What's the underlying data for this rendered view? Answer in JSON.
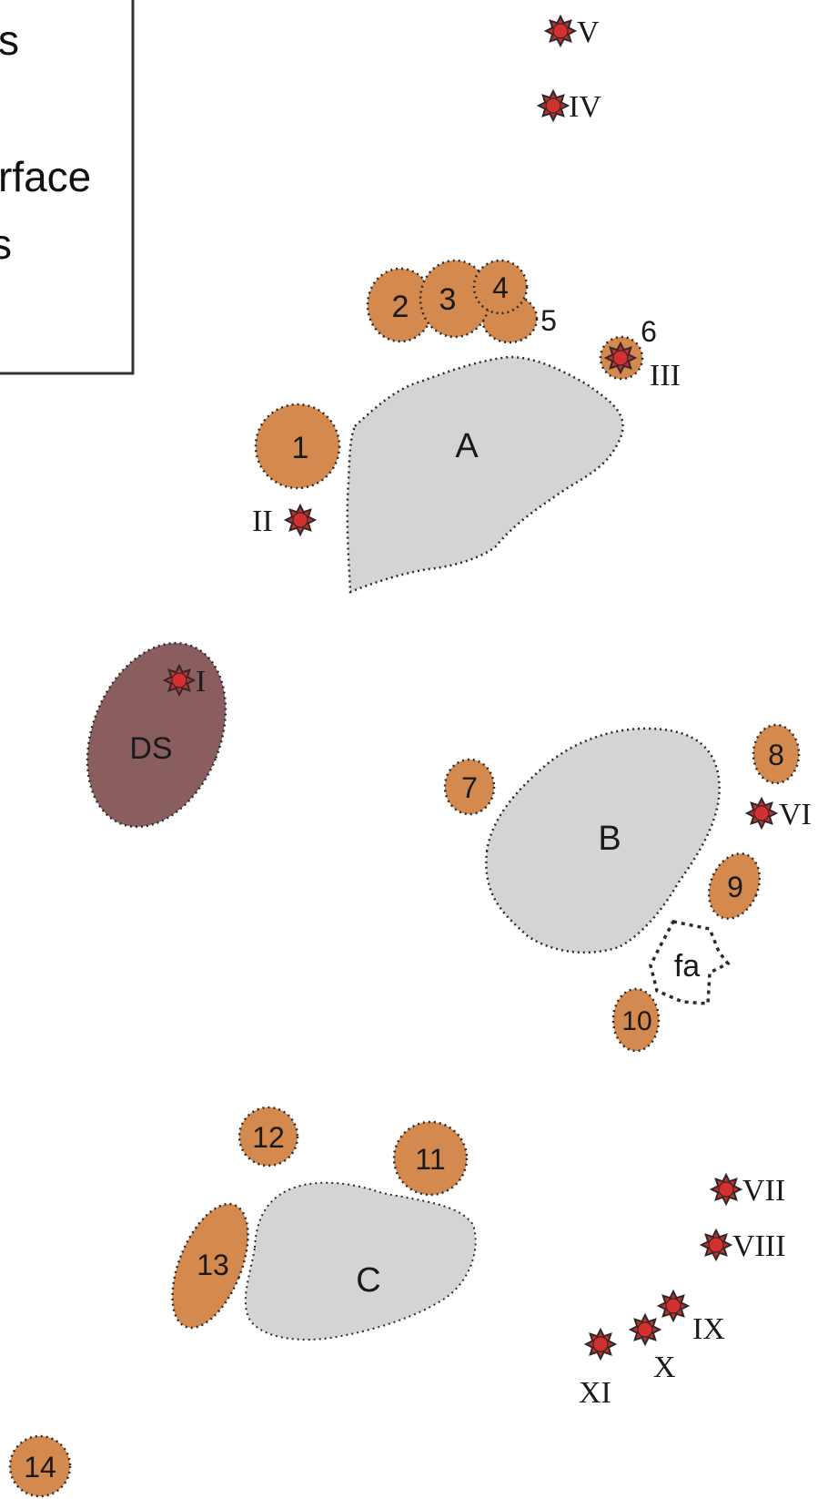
{
  "legend": {
    "lines": [
      "s",
      "rface",
      "s"
    ]
  },
  "areas": [
    {
      "id": "A",
      "label": "A"
    },
    {
      "id": "B",
      "label": "B"
    },
    {
      "id": "C",
      "label": "C"
    },
    {
      "id": "DS",
      "label": "DS"
    },
    {
      "id": "fa",
      "label": "fa"
    }
  ],
  "numbered_features": [
    "1",
    "2",
    "3",
    "4",
    "5",
    "6",
    "7",
    "8",
    "9",
    "10",
    "11",
    "12",
    "13",
    "14"
  ],
  "star_markers": [
    "I",
    "II",
    "III",
    "IV",
    "V",
    "VI",
    "VII",
    "VIII",
    "IX",
    "X",
    "XI"
  ],
  "colors": {
    "orange_fill": "#d4894e",
    "grey_fill": "#d4d4d4",
    "ds_fill": "#8a5e5e",
    "star_fill": "#cc2b2b",
    "outline": "#2a2a2a"
  }
}
